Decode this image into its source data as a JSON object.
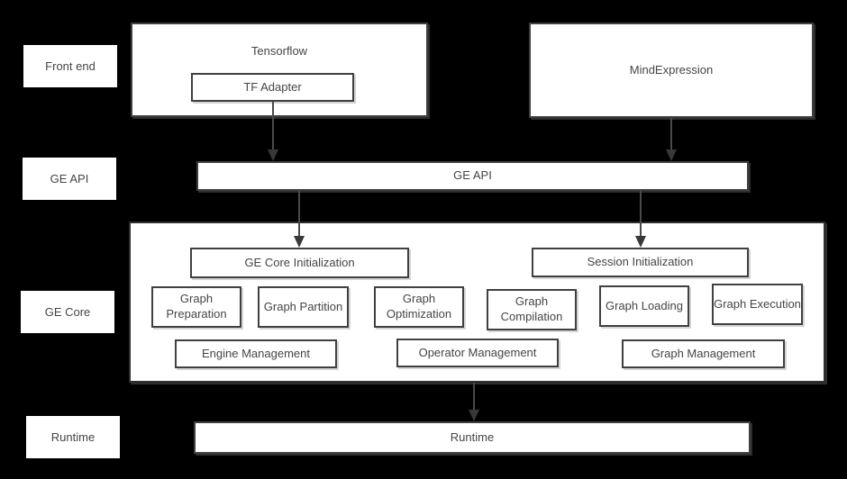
{
  "colors": {
    "background": "#000000",
    "box_fill": "#ffffff",
    "box_border": "#404040",
    "text": "#454545",
    "arrow": "#4a4a4a"
  },
  "row_labels": [
    {
      "label": "Front end"
    },
    {
      "label": "GE API"
    },
    {
      "label": "GE Core"
    },
    {
      "label": "Runtime"
    }
  ],
  "frontend": {
    "tensorflow": {
      "label": "Tensorflow",
      "adapter_label": "TF Adapter"
    },
    "mindexpression": {
      "label": "MindExpression"
    }
  },
  "ge_api_bar": {
    "label": "GE API"
  },
  "ge_core": {
    "init_boxes": [
      {
        "label": "GE Core Initialization"
      },
      {
        "label": "Session Initialization"
      }
    ],
    "stage_boxes": [
      {
        "label": "Graph Preparation"
      },
      {
        "label": "Graph Partition"
      },
      {
        "label": "Graph Optimization"
      },
      {
        "label": "Graph Compilation"
      },
      {
        "label": "Graph Loading"
      },
      {
        "label": "Graph Execution"
      }
    ],
    "management_boxes": [
      {
        "label": "Engine Management"
      },
      {
        "label": "Operator Management"
      },
      {
        "label": "Graph Management"
      }
    ]
  },
  "runtime_bar": {
    "label": "Runtime"
  }
}
